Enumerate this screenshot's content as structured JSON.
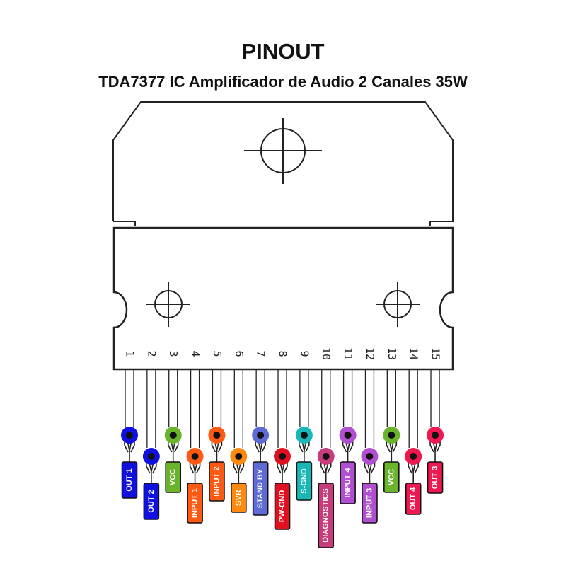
{
  "header": {
    "title": "PINOUT",
    "subtitle": "TDA7377 IC Amplificador de Audio 2 Canales 35W"
  },
  "pins": [
    {
      "number": "1",
      "label": "OUT 1",
      "color": "#1010e0"
    },
    {
      "number": "2",
      "label": "OUT 2",
      "color": "#1010e0"
    },
    {
      "number": "3",
      "label": "VCC",
      "color": "#6ab42c"
    },
    {
      "number": "4",
      "label": "INPUT 1",
      "color": "#ff5a14"
    },
    {
      "number": "5",
      "label": "INPUT 2",
      "color": "#ff5a14"
    },
    {
      "number": "6",
      "label": "SVR",
      "color": "#ff8a10"
    },
    {
      "number": "7",
      "label": "STAND BY",
      "color": "#5e6ad6"
    },
    {
      "number": "8",
      "label": "PW-GND",
      "color": "#e01020"
    },
    {
      "number": "9",
      "label": "S-GND",
      "color": "#18b8b8"
    },
    {
      "number": "10",
      "label": "DIAGNOSTICS",
      "color": "#c83c7c"
    },
    {
      "number": "11",
      "label": "INPUT 4",
      "color": "#b050d0"
    },
    {
      "number": "12",
      "label": "INPUT 3",
      "color": "#b050d0"
    },
    {
      "number": "13",
      "label": "VCC",
      "color": "#6ab42c"
    },
    {
      "number": "14",
      "label": "OUT 4",
      "color": "#f01850"
    },
    {
      "number": "15",
      "label": "OUT 3",
      "color": "#f01850"
    }
  ]
}
